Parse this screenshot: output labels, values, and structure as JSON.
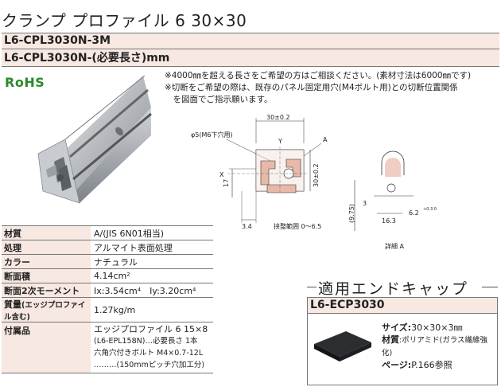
{
  "title": "クランプ プロファイル 6 30×30",
  "model_codes": [
    "L6-CPL3030N-3M",
    "L6-CPL3030N-(必要長さ)mm"
  ],
  "rohs": "RoHS",
  "notes": [
    "※4000㎜を超える長さをご希望の方はご相談ください。(素材寸法は6000㎜です)",
    "※切断をご希望の際は、既存のパネル固定用穴(M4ボルト用)との切断位置関係",
    "　を図面でご指示願います。"
  ],
  "drawing": {
    "dim_width": "30±0.2",
    "dim_height": "30±0.2",
    "hole_note": "φ5(M6下穴用)",
    "axis_x": "X",
    "axis_y": "Y",
    "label_a": "A",
    "dim_17": "17",
    "dim_3_4": "3.4",
    "adjust_range": "挟整範囲 0〜6.5",
    "dim_9_75": "(9.75)",
    "dim_3": "3",
    "dim_16_3": "16.3",
    "dim_6_2": "6.2",
    "dim_6_2_tol": "+0.3 0",
    "detail_label": "詳細 A"
  },
  "specs": [
    {
      "label": "材質",
      "value": "A/(JIS 6N01相当)"
    },
    {
      "label": "処理",
      "value": "アルマイト表面処理"
    },
    {
      "label": "カラー",
      "value": "ナチュラル"
    },
    {
      "label": "断面積",
      "value": "4.14cm²"
    },
    {
      "label": "断面2次モーメント",
      "value": "Ix:3.54cm⁴　Iy:3.20cm⁴"
    },
    {
      "label_main": "質量",
      "label_sub": "(エッジプロファイル含む)",
      "value": "1.27kg/m"
    },
    {
      "label": "付属品",
      "lines": [
        "エッジプロファイル 6 15×8",
        "(L6-EPL158N)…必要長さ 1本",
        "六角穴付きボルト M4×0.7-12L",
        "………(150mmピッチ穴加工分)"
      ]
    }
  ],
  "end_cap": {
    "heading": "適用エンドキャップ",
    "code": "L6-ECP3030",
    "size_label": "サイズ:",
    "size_value": "30×30×3㎜",
    "material_label": "材質",
    "material_value": ":ポリアミド(ガラス繊維強化)",
    "page_label": "ページ:",
    "page_value": "P.166参照"
  },
  "colors": {
    "band": "#f7e8e2",
    "rohs": "#2a8a2a",
    "accent": "#e8b8a8"
  }
}
